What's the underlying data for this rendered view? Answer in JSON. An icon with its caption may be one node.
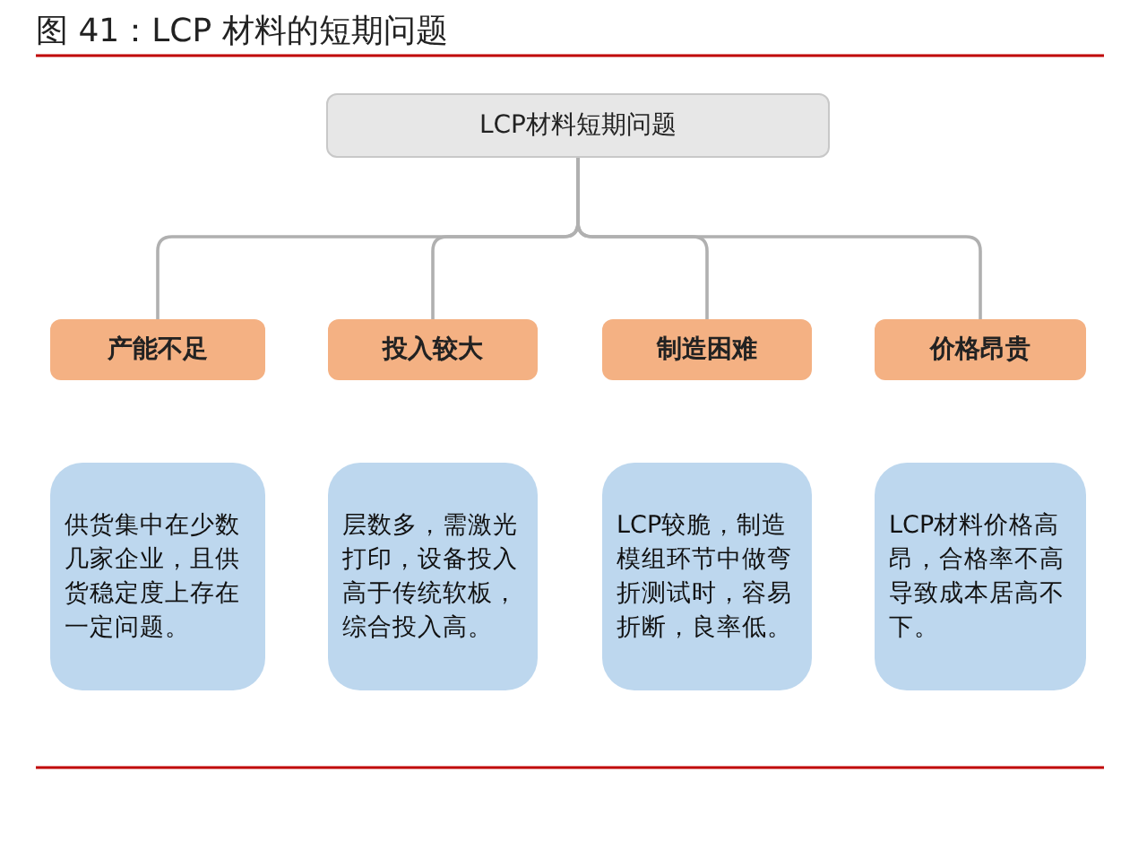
{
  "diagram": {
    "title": "图 41：LCP 材料的短期问题",
    "nodes": [
      {
        "text": [
          "LCP材料短期问题"
        ]
      },
      {
        "text": [
          "产能不足"
        ]
      },
      {
        "text": [
          "投入较大"
        ]
      },
      {
        "text": [
          "制造困难"
        ]
      },
      {
        "text": [
          "价格昂贵"
        ]
      },
      {
        "text": [
          "供货集中在少数几家企业，且供货稳定度上存在一定问题。"
        ]
      },
      {
        "text": [
          "层数多，需激光打印，设备投入高于传统软板，综合投入高。"
        ]
      },
      {
        "text": [
          "LCP较脆，制造模组环节中做弯折测试时，容易折断，良率低。"
        ]
      },
      {
        "text": [
          "LCP材料价格高昂，合格率不高导致成本居高不下。"
        ]
      }
    ],
    "edges": [
      {
        "from": 0,
        "to": 1,
        "arrow": "none"
      },
      {
        "from": 0,
        "to": 2,
        "arrow": "none"
      },
      {
        "from": 0,
        "to": 3,
        "arrow": "none"
      },
      {
        "from": 0,
        "to": 4,
        "arrow": "none"
      }
    ]
  }
}
